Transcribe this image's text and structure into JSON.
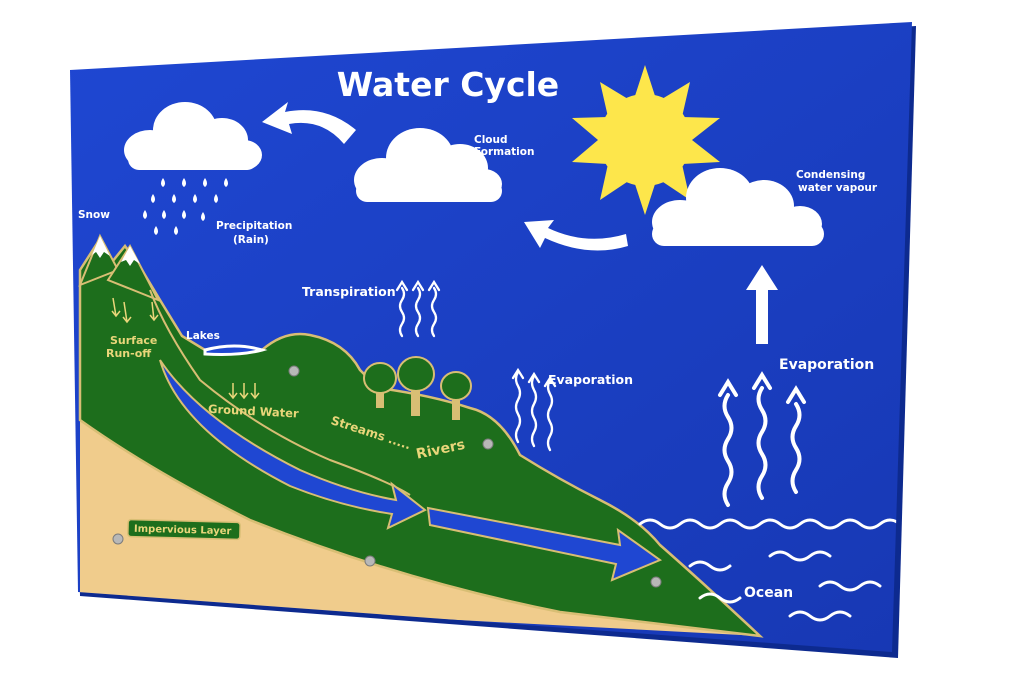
{
  "title": "Water Cycle",
  "labels": {
    "cloud_formation": [
      "Cloud",
      "Formation"
    ],
    "condensing": [
      "Condensing",
      "water vapour"
    ],
    "snow": "Snow",
    "precipitation": [
      "Precipitation",
      "(Rain)"
    ],
    "transpiration": "Transpiration",
    "evaporation_mid": "Evaporation",
    "evaporation_right": "Evaporation",
    "lakes": "Lakes",
    "surface_runoff": [
      "Surface",
      "Run-off"
    ],
    "ground_water": "Ground Water",
    "streams": "Streams .....",
    "rivers": "Rivers",
    "impervious": "Impervious Layer",
    "ocean": "Ocean"
  },
  "colors": {
    "board": "#1b3fc4",
    "board_edge": "#0d2a8f",
    "land": "#1d6e1c",
    "sand": "#f0cc8c",
    "sun": "#fde64b",
    "accent_text": "#e9d67a"
  }
}
